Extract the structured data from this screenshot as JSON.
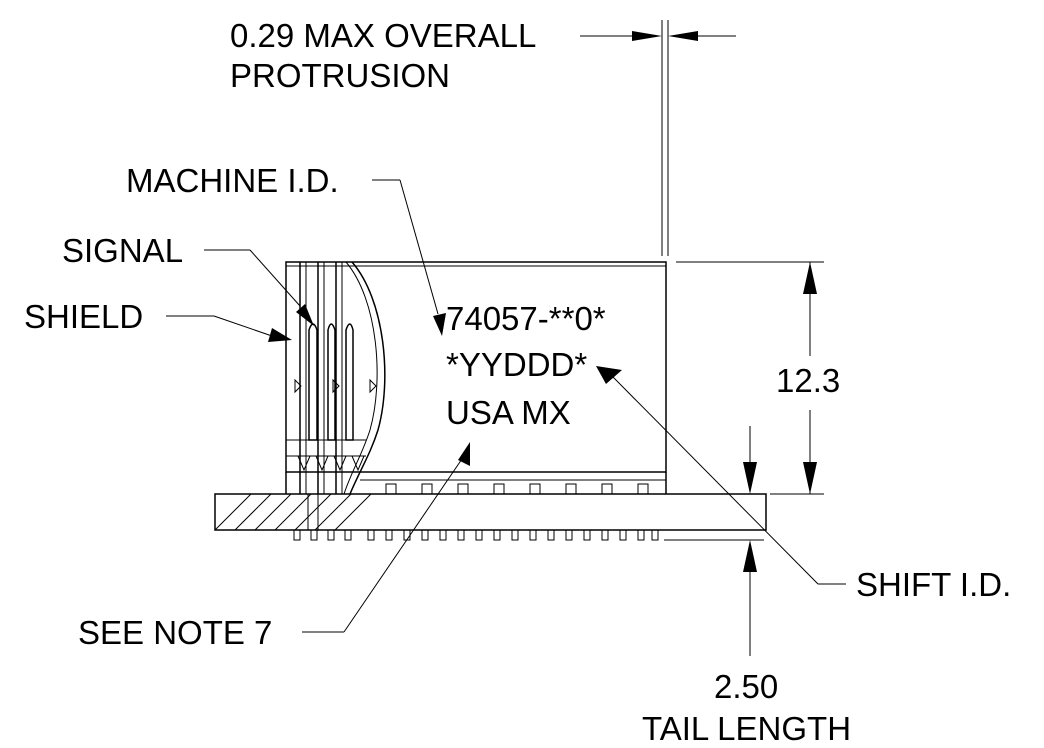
{
  "labels": {
    "protrusion_line1": "0.29 MAX OVERALL",
    "protrusion_line2": "PROTRUSION",
    "machine_id": "MACHINE I.D.",
    "signal": "SIGNAL",
    "shield": "SHIELD",
    "marking_line1": "74057-**0*",
    "marking_line2": "*YYDDD*",
    "marking_line3": "USA MX",
    "height_dim": "12.3",
    "shift_id": "SHIFT I.D.",
    "see_note": "SEE NOTE 7",
    "tail_value": "2.50",
    "tail_label": "TAIL LENGTH"
  },
  "colors": {
    "line": "#000000",
    "background": "#ffffff"
  }
}
